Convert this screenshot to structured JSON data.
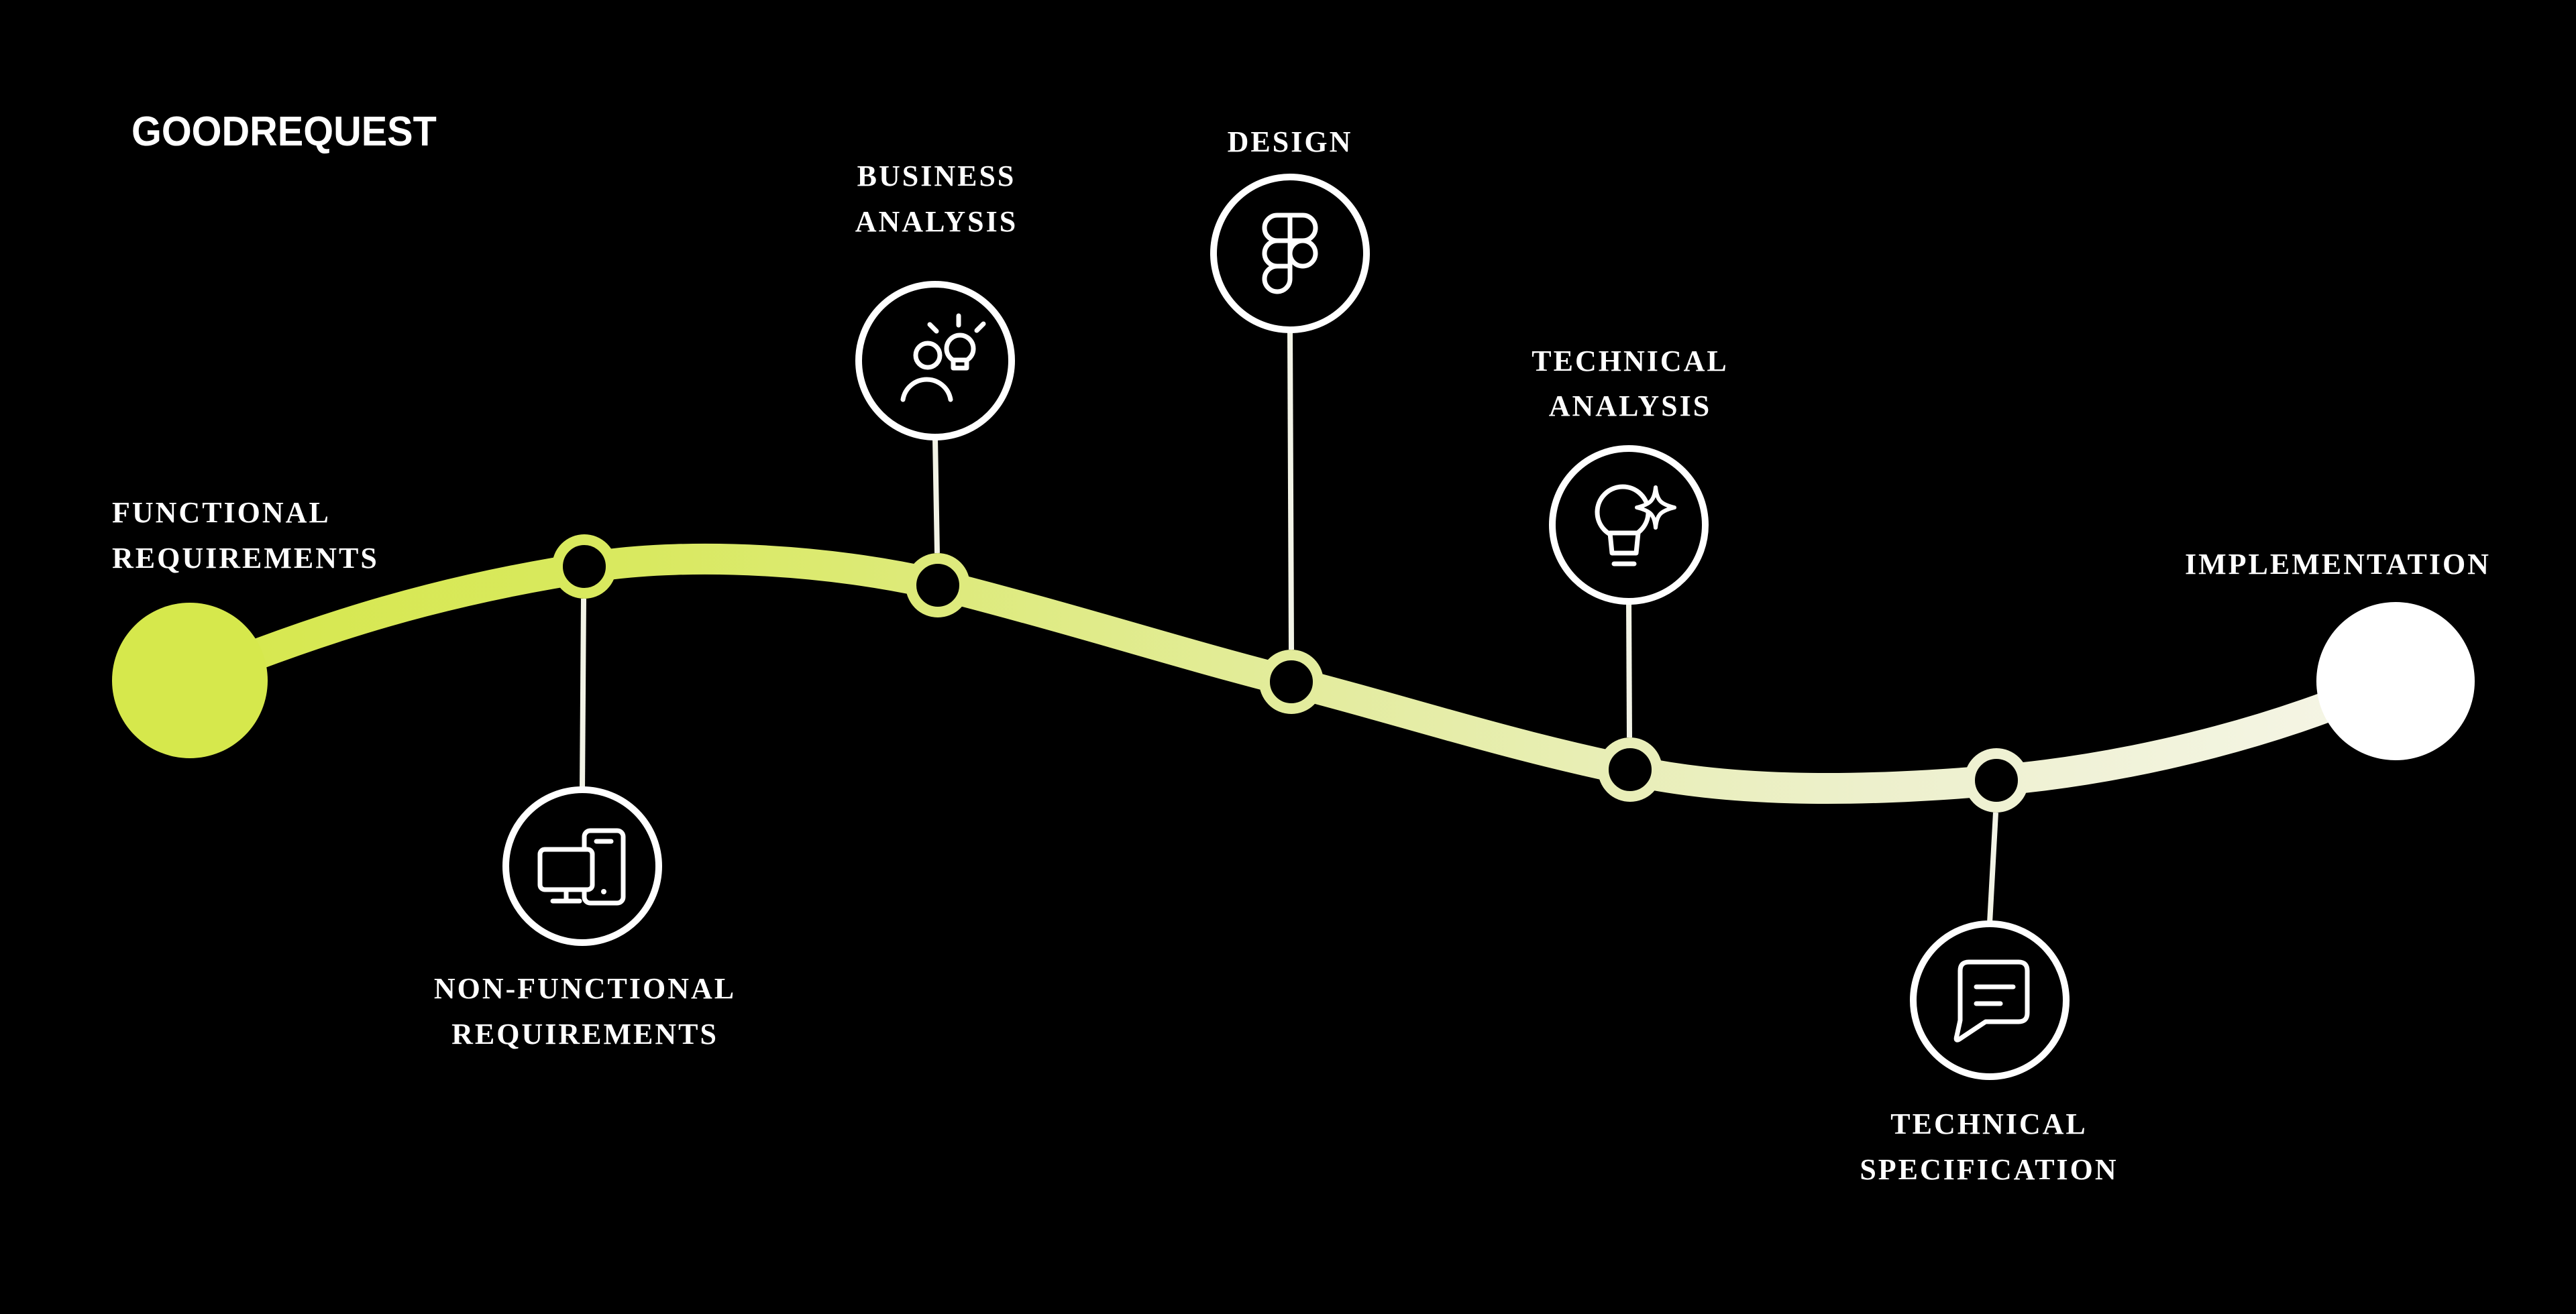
{
  "page": {
    "background": "#000000"
  },
  "brand": {
    "logo_text": "GOODREQUEST"
  },
  "colors": {
    "background": "#000000",
    "accent_lime": "#d3e64e",
    "path_start": "#d6e84c",
    "path_mid1": "#d9e960",
    "path_mid2": "#e3ec9c",
    "path_mid3": "#edf0cc",
    "path_end": "#f6f6ea",
    "end_dot": "#ffffff",
    "connector": "#f2f3e6",
    "icon_stroke": "#ffffff",
    "label_color": "#ffffff"
  },
  "stages": [
    {
      "id": "functional-requirements",
      "label_lines": [
        "FUNCTIONAL",
        "REQUIREMENTS"
      ],
      "emphasis": "accent",
      "marker": "start-dot"
    },
    {
      "id": "non-functional-requirements",
      "label_lines": [
        "NON-FUNCTIONAL",
        "REQUIREMENTS"
      ],
      "icon": "desktop-phone-icon",
      "label_position": "below",
      "marker": "ring"
    },
    {
      "id": "business-analysis",
      "label_lines": [
        "BUSINESS",
        "ANALYSIS"
      ],
      "icon": "person-idea-icon",
      "label_position": "above",
      "marker": "ring"
    },
    {
      "id": "design",
      "label_lines": [
        "DESIGN"
      ],
      "icon": "figma-icon",
      "label_position": "above",
      "marker": "ring"
    },
    {
      "id": "technical-analysis",
      "label_lines": [
        "TECHNICAL",
        "ANALYSIS"
      ],
      "icon": "bulb-sparkle-icon",
      "label_position": "above",
      "marker": "ring"
    },
    {
      "id": "technical-specification",
      "label_lines": [
        "TECHNICAL",
        "SPECIFICATION"
      ],
      "icon": "chat-bubble-icon",
      "label_position": "below",
      "marker": "ring"
    },
    {
      "id": "implementation",
      "label_lines": [
        "IMPLEMENTATION"
      ],
      "marker": "end-dot"
    }
  ]
}
